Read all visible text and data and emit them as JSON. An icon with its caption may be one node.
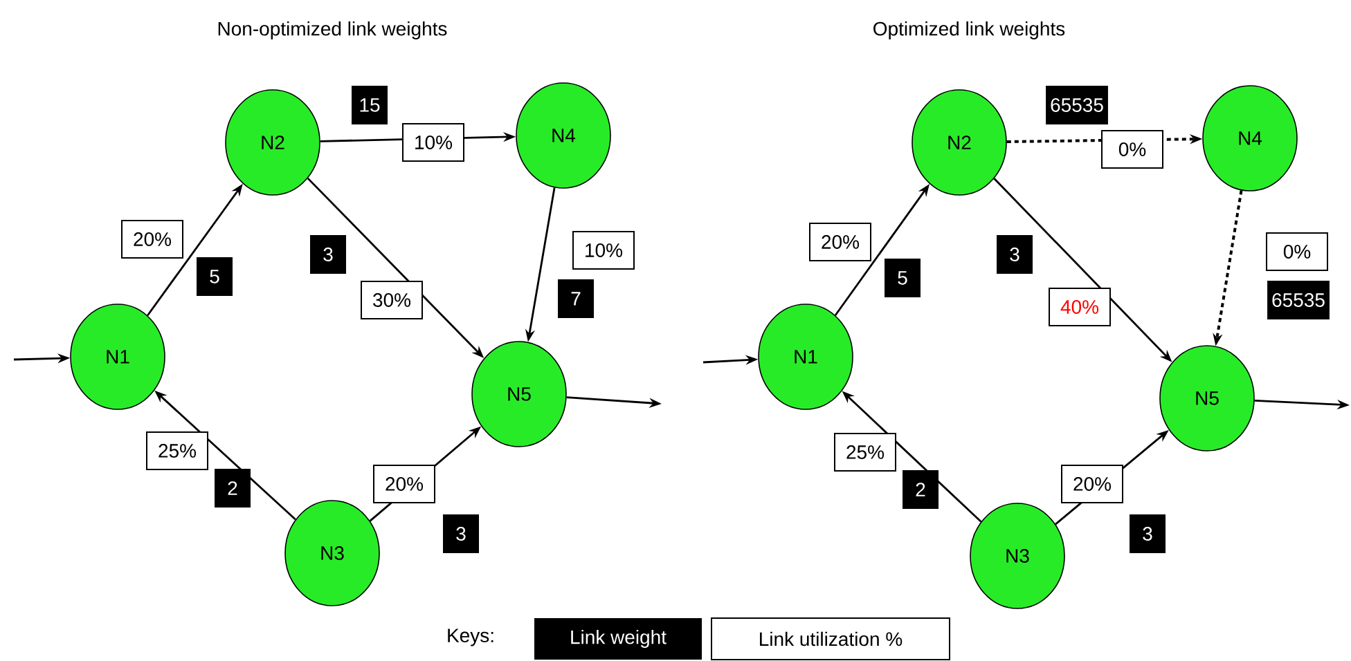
{
  "diagram": {
    "nodes": [
      {
        "text": [
          "N1"
        ]
      },
      {
        "text": [
          "N2"
        ]
      },
      {
        "text": [
          "N3"
        ]
      },
      {
        "text": [
          "N4"
        ]
      },
      {
        "text": [
          "N5"
        ]
      },
      {
        "text": [
          "N1"
        ]
      },
      {
        "text": [
          "N2"
        ]
      },
      {
        "text": [
          "N3"
        ]
      },
      {
        "text": [
          "N4"
        ]
      },
      {
        "text": [
          "N5"
        ]
      }
    ],
    "edges": [
      {
        "from": null,
        "to": 0,
        "arrow": "to"
      },
      {
        "from": 0,
        "to": 1,
        "arrow": "to"
      },
      {
        "from": 2,
        "to": 0,
        "arrow": "to"
      },
      {
        "from": 1,
        "to": 3,
        "arrow": "to"
      },
      {
        "from": 1,
        "to": 4,
        "arrow": "to"
      },
      {
        "from": 3,
        "to": 4,
        "arrow": "to"
      },
      {
        "from": 2,
        "to": 4,
        "arrow": "to"
      },
      {
        "from": 4,
        "to": null,
        "arrow": "to"
      },
      {
        "from": null,
        "to": 5,
        "arrow": "to"
      },
      {
        "from": 5,
        "to": 6,
        "arrow": "to"
      },
      {
        "from": 7,
        "to": 5,
        "arrow": "to"
      },
      {
        "from": 6,
        "to": 8,
        "arrow": "to",
        "style": "dashed"
      },
      {
        "from": 6,
        "to": 9,
        "arrow": "to"
      },
      {
        "from": 8,
        "to": 9,
        "arrow": "to",
        "style": "dashed"
      },
      {
        "from": 7,
        "to": 9,
        "arrow": "to"
      },
      {
        "from": 9,
        "to": null,
        "arrow": "to"
      }
    ],
    "labels": [
      "Non-optimized link weights",
      "Optimized link weights",
      "15",
      "10%",
      "20%",
      "5",
      "3",
      "10%",
      "30%",
      "7",
      "25%",
      "2",
      "20%",
      "3",
      "65535",
      "0%",
      "20%",
      "5",
      "3",
      "0%",
      "40%",
      "65535",
      "25%",
      "2",
      "20%",
      "3",
      "Keys:"
    ],
    "legend": [
      {
        "text": "Link weight",
        "color": "#000000"
      },
      {
        "text": "Link utilization %",
        "color": "#ffffff"
      }
    ]
  }
}
